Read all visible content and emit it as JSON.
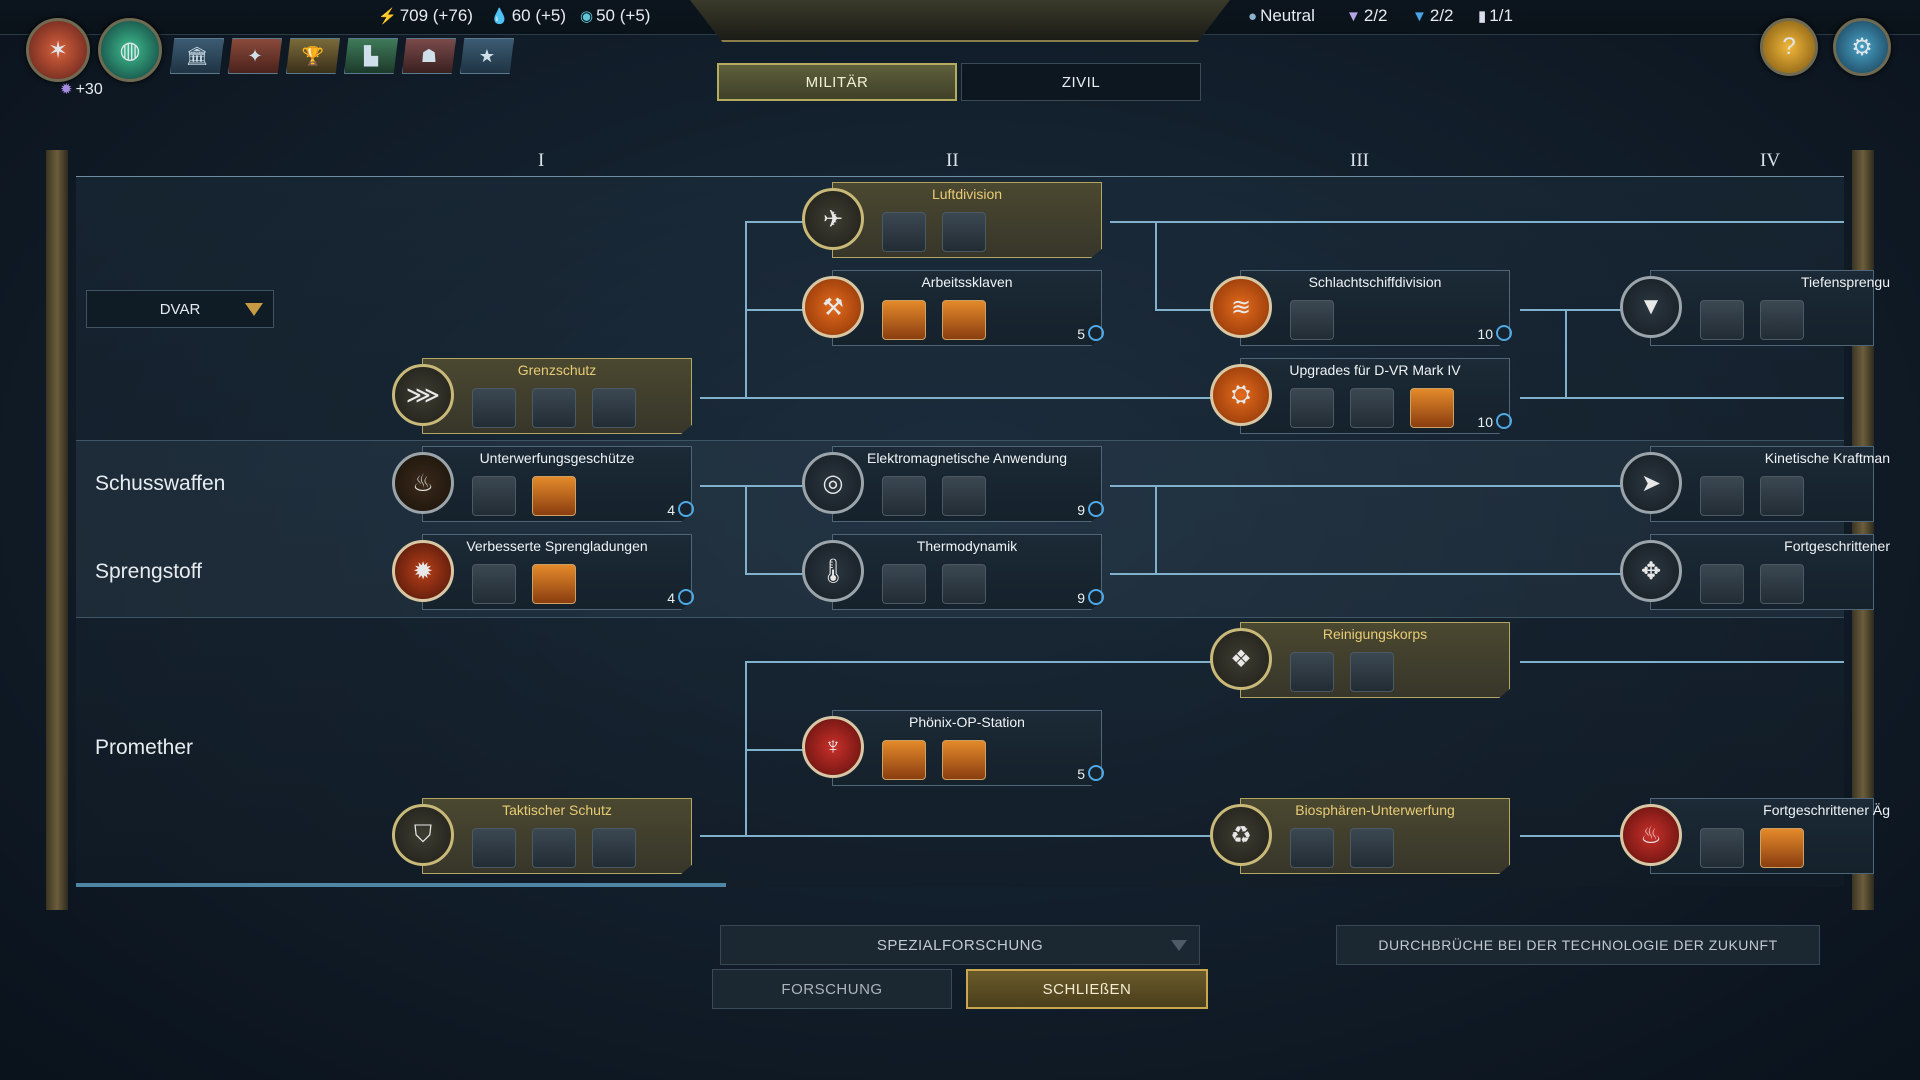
{
  "resources": {
    "energy": "709 (+76)",
    "food": "60 (+5)",
    "influence": "50 (+5)",
    "status": "Neutral",
    "slots_a": "2/2",
    "slots_b": "2/2",
    "slots_c": "1/1",
    "bonus": "+30"
  },
  "tabs": {
    "military": "MILITÄR",
    "civil": "ZIVIL"
  },
  "tiers": [
    "I",
    "II",
    "III",
    "IV"
  ],
  "dropdown": {
    "value": "DVAR"
  },
  "rows": {
    "firearms": "Schusswaffen",
    "explosives": "Sprengstoff",
    "promether": "Promether"
  },
  "nodes": {
    "luftdivision": {
      "title": "Luftdivision"
    },
    "arbeitssklaven": {
      "title": "Arbeitssklaven",
      "cost": "5"
    },
    "grenzschutz": {
      "title": "Grenzschutz"
    },
    "schlachtschiff": {
      "title": "Schlachtschiffdivision",
      "cost": "10"
    },
    "upgrades": {
      "title": "Upgrades für D-VR Mark IV",
      "cost": "10"
    },
    "tiefen": {
      "title": "Tiefensprengu"
    },
    "unterwerfung": {
      "title": "Unterwerfungsgeschütze",
      "cost": "4"
    },
    "elektro": {
      "title": "Elektromagnetische Anwendung",
      "cost": "9"
    },
    "kinetisch": {
      "title": "Kinetische Kraftman"
    },
    "spreng": {
      "title": "Verbesserte Sprengladungen",
      "cost": "4"
    },
    "thermo": {
      "title": "Thermodynamik",
      "cost": "9"
    },
    "fortgeschritten1": {
      "title": "Fortgeschrittener"
    },
    "reinigung": {
      "title": "Reinigungskorps"
    },
    "phoenix": {
      "title": "Phönix-OP-Station",
      "cost": "5"
    },
    "taktisch": {
      "title": "Taktischer Schutz"
    },
    "biosphaeren": {
      "title": "Biosphären-Unterwerfung"
    },
    "fortgeschritten2": {
      "title": "Fortgeschrittener Äg"
    }
  },
  "buttons": {
    "spezial": "SPEZIALFORSCHUNG",
    "forschung": "FORSCHUNG",
    "schliessen": "SCHLIEßEN",
    "durchbrueche": "DURCHBRÜCHE BEI DER TECHNOLOGIE DER ZUKUNFT"
  }
}
